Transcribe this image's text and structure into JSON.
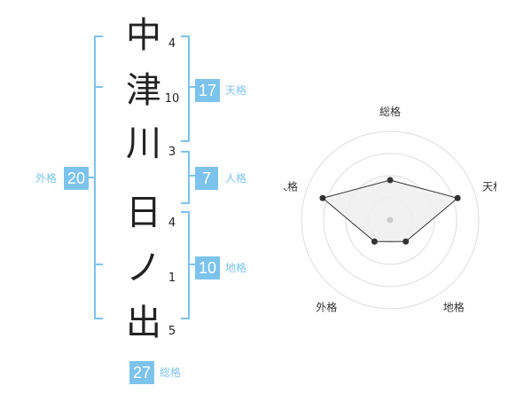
{
  "name": {
    "chars": [
      "中",
      "津",
      "川",
      "日",
      "ノ",
      "出"
    ],
    "strokes": [
      "4",
      "10",
      "3",
      "4",
      "1",
      "5"
    ]
  },
  "scores": {
    "tenkaku": {
      "value": "17",
      "label": "天格"
    },
    "jinkaku": {
      "value": "7",
      "label": "人格"
    },
    "chikaku": {
      "value": "10",
      "label": "地格"
    },
    "gaikaku": {
      "value": "20",
      "label": "外格"
    },
    "soukaku": {
      "value": "27",
      "label": "総格"
    }
  },
  "chart_data": {
    "type": "radar",
    "axes": [
      "総格",
      "天格",
      "地格",
      "外格",
      "人格"
    ],
    "values": [
      0.45,
      0.8,
      0.3,
      0.3,
      0.8
    ],
    "rings": 4,
    "colors": {
      "fill": "#eeeeee",
      "line": "#333333",
      "ring": "#dddddd",
      "center": "#cccccc"
    }
  },
  "colors": {
    "accent": "#7cc3ee"
  }
}
